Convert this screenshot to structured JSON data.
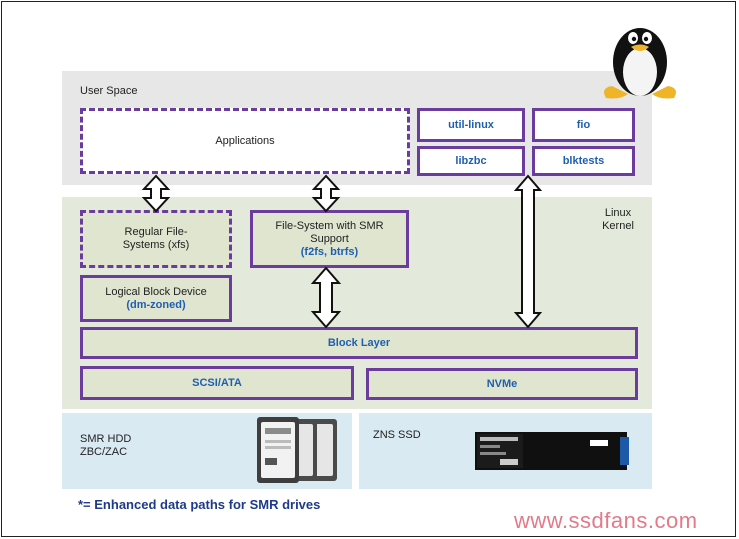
{
  "user_space": {
    "title": "User Space",
    "applications": "Applications"
  },
  "tools": {
    "util_linux": "util-linux",
    "fio": "fio",
    "libzbc": "libzbc",
    "blktests": "blktests"
  },
  "kernel": {
    "title_line1": "Linux",
    "title_line2": "Kernel",
    "regular_fs_line1": "Regular File-",
    "regular_fs_line2": "Systems (xfs)",
    "smr_fs_line1": "File-System with SMR",
    "smr_fs_line2": "Support",
    "smr_fs_examples": "(f2fs, btrfs)",
    "logical_block_line1": "Logical Block Device",
    "logical_block_line2": "(dm-zoned)",
    "block_layer": "Block Layer",
    "scsi_ata": "SCSI/ATA",
    "nvme": "NVMe"
  },
  "hardware": {
    "smr_hdd_line1": "SMR HDD",
    "smr_hdd_line2": "ZBC/ZAC",
    "zns_ssd": "ZNS SSD"
  },
  "footnote": "*= Enhanced data paths for SMR drives",
  "watermark": "www.ssdfans.com",
  "colors": {
    "border_purple": "#6b3c9e",
    "text_blue": "#1f5fb0",
    "footnote_navy": "#1f3a8a",
    "watermark_pink": "#e27a8a"
  }
}
